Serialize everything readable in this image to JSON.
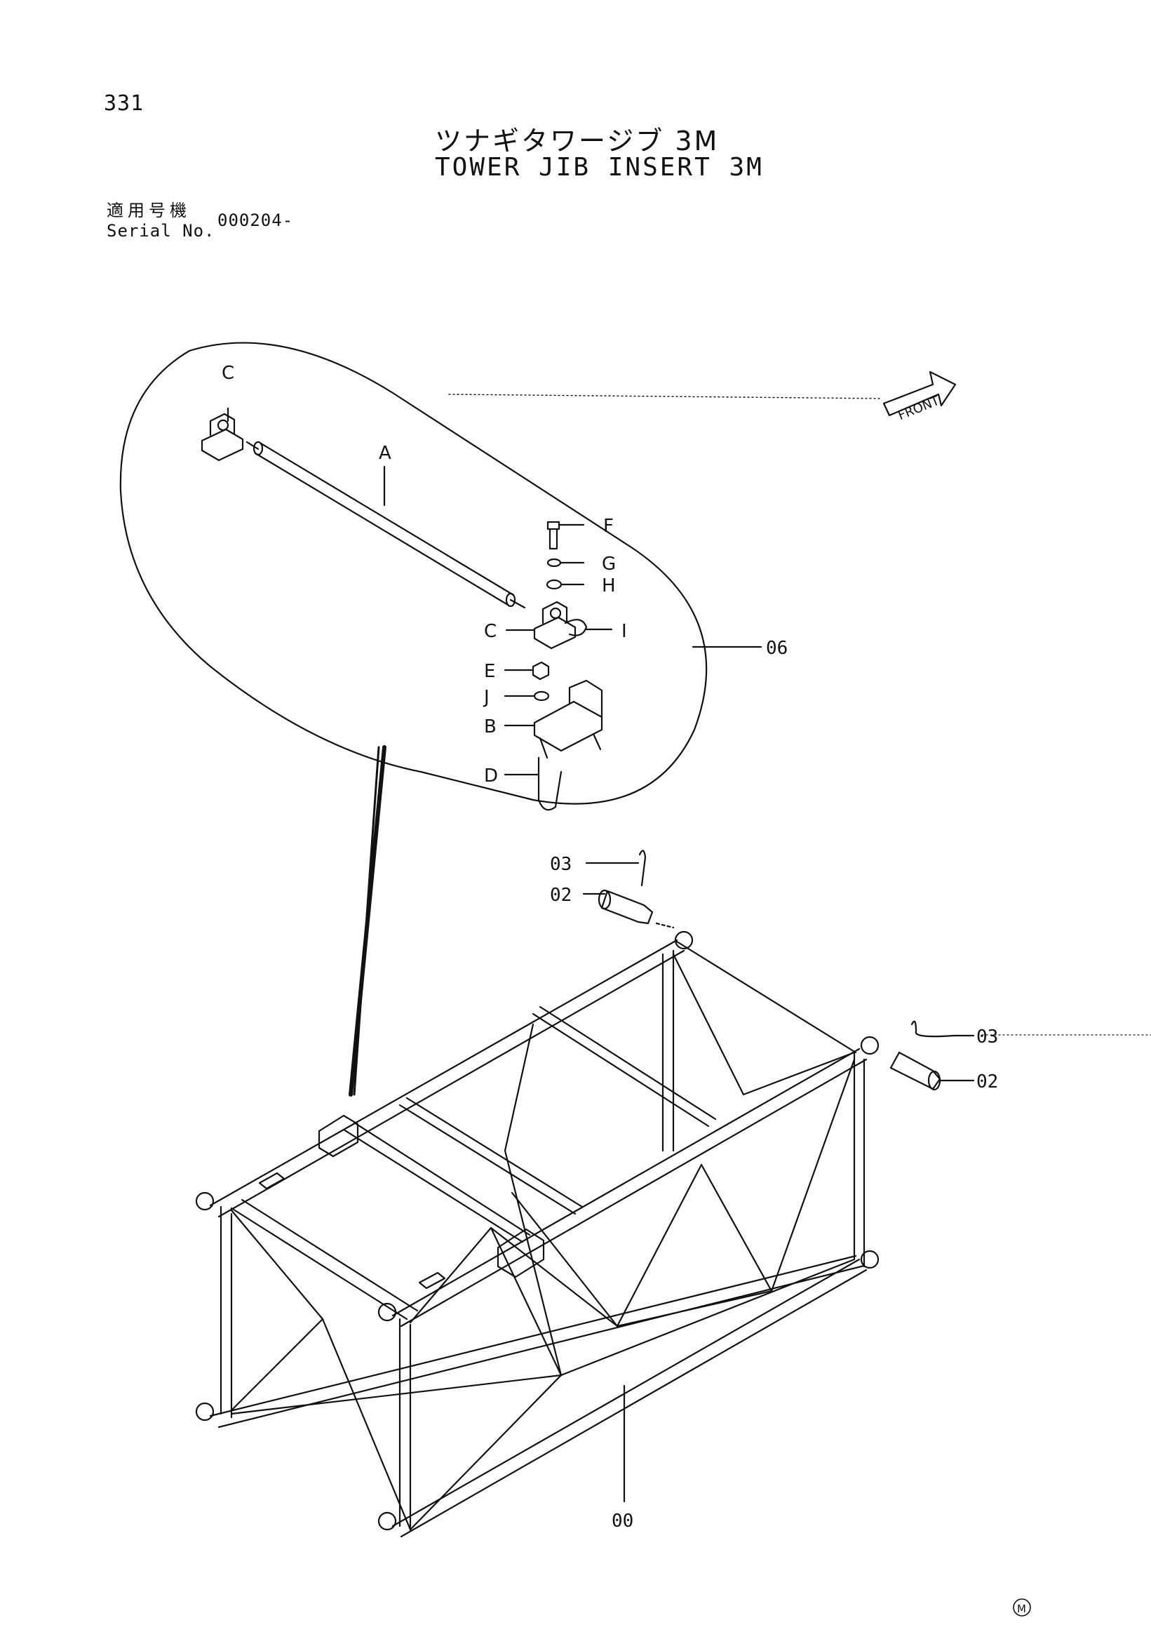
{
  "header": {
    "page_number": "331",
    "title_jp": "ツナギタワージブ 3M",
    "title_en": "TOWER JIB INSERT 3M",
    "applicable_label": "適用号機",
    "serial_label": "Serial No.",
    "serial_value": "000204-"
  },
  "orientation": {
    "label": "FRONT"
  },
  "detail_callouts": {
    "C_top": "C",
    "A": "A",
    "F": "F",
    "G": "G",
    "H": "H",
    "C_bottom": "C",
    "I": "I",
    "E": "E",
    "J": "J",
    "B": "B",
    "D": "D"
  },
  "part_numbers": {
    "assembly_detail": "06",
    "pin_clip_top": "03",
    "pin_top": "02",
    "pin_clip_right": "03",
    "pin_right": "02",
    "frame": "00"
  },
  "footer": {
    "mark": "M"
  }
}
